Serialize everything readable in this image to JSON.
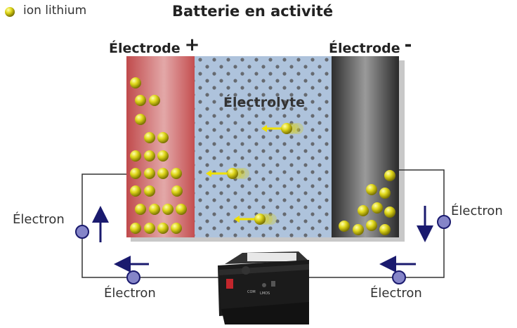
{
  "title": "Batterie en activité",
  "legend": {
    "label": "ion lithium",
    "icon": "lithium-ion-ball-icon"
  },
  "electrode_positive": {
    "label": "Électrode",
    "sign": "+"
  },
  "electrode_negative": {
    "label": "Électrode",
    "sign": "-"
  },
  "electrolyte": {
    "label": "Électrolyte"
  },
  "electron_labels": [
    "Électron",
    "Électron",
    "Électron",
    "Électron"
  ],
  "colors": {
    "positive": "#c8585a",
    "electrolyte": "#aec3dc",
    "negative": "#3a3a3a",
    "ion": "#d9d21a",
    "electron": "#8585c8",
    "arrow": "#1a1a6e",
    "ion_arrow": "#f0e000"
  }
}
